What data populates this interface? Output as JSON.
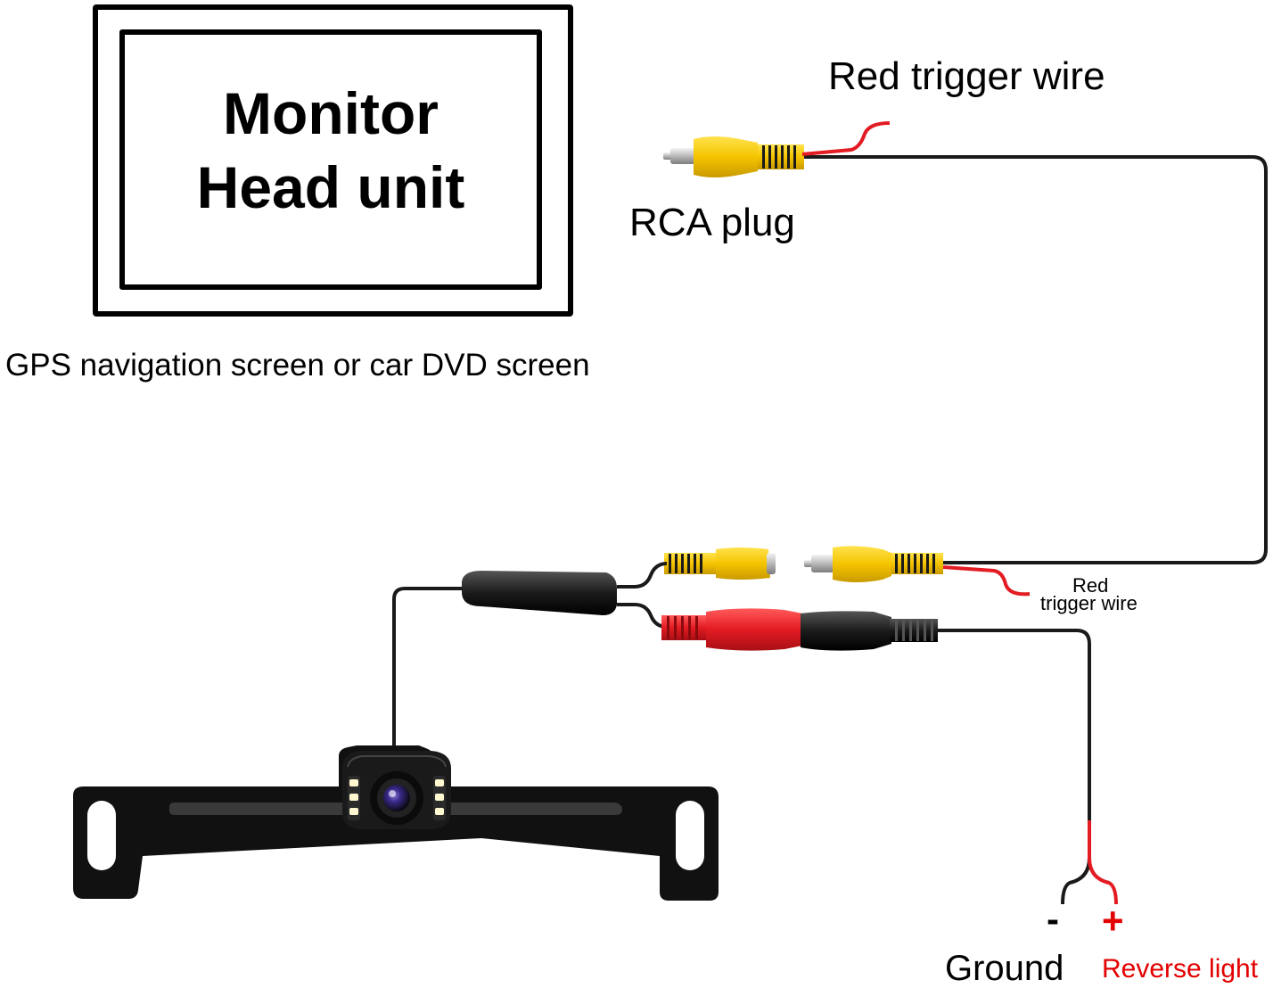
{
  "monitor": {
    "line1": "Monitor",
    "line2": "Head unit",
    "caption": "GPS navigation screen or car DVD screen"
  },
  "labels": {
    "red_trigger_top": "Red trigger wire",
    "rca_plug": "RCA plug",
    "red_trigger_small_line1": "Red",
    "red_trigger_small_line2": "trigger wire",
    "minus": "-",
    "plus": "+",
    "ground": "Ground",
    "reverse_light": "Reverse light"
  },
  "colors": {
    "rca_yellow": "#f5c400",
    "power_red": "#e31b23",
    "wire_black": "#1a1a1a",
    "reverse_label": "#e30000"
  }
}
